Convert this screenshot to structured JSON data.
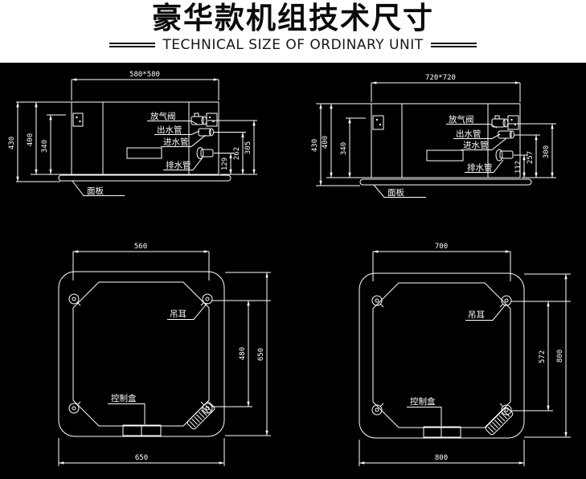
{
  "header": {
    "title": "豪华款机组技术尺寸",
    "subtitle": "TECHNICAL SIZE OF ORDINARY UNIT"
  },
  "colors": {
    "drawing_background": "#000000",
    "line_color": "#ffffff",
    "header_background": "#ffffff",
    "header_text": "#0a0a0a"
  },
  "drawings": {
    "unit580": {
      "top_width": "580*580",
      "height_overall": "430",
      "height_body": "400",
      "height_lower": "340",
      "dim_vent_height": "305",
      "dim_outlet_height": "262",
      "dim_drain_height": "129",
      "label_vent": "放气阀",
      "label_outlet": "出水管",
      "label_inlet": "进水管",
      "label_drain": "排水管",
      "label_panel": "面板"
    },
    "unit720": {
      "top_width": "720*720",
      "height_overall": "430",
      "height_body": "400",
      "height_lower": "340",
      "dim_vent_height": "300",
      "dim_outlet_height": "257",
      "dim_drain_height": "112",
      "label_vent": "放气阀",
      "label_outlet": "出水管",
      "label_inlet": "进水管",
      "label_drain": "排水管",
      "label_panel": "面板"
    },
    "plan650": {
      "top_width": "560",
      "lug_span": "480",
      "side_height": "650",
      "bottom_width": "650",
      "label_lug": "吊耳",
      "label_ctrl": "控制盒"
    },
    "plan800": {
      "top_width": "700",
      "lug_span": "572",
      "side_height": "800",
      "bottom_width": "800",
      "label_lug": "吊耳",
      "label_ctrl": "控制盒"
    }
  }
}
